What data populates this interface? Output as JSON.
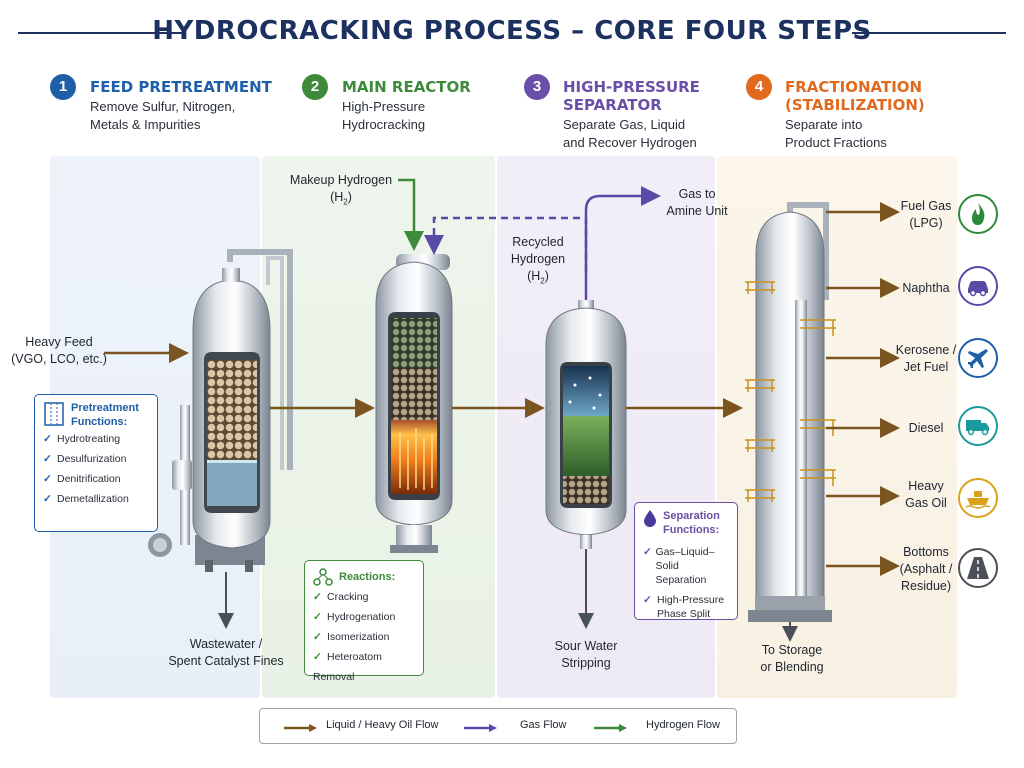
{
  "title": "HYDROCRACKING PROCESS – CORE FOUR STEPS",
  "colors": {
    "navy": "#1d3160",
    "step1": "#1f5ea8",
    "step2": "#3f8a3a",
    "step3": "#6a4fa6",
    "step4": "#e06a1e",
    "liquid_flow": "#7a5520",
    "gas_flow": "#5a4aa8",
    "hydrogen_flow": "#3f8a3a"
  },
  "steps": [
    {
      "number": "1",
      "title": "FEED PRETREATMENT",
      "desc": [
        "Remove Sulfur, Nitrogen,",
        "Metals & Impurities"
      ]
    },
    {
      "number": "2",
      "title": "MAIN REACTOR",
      "desc": [
        "High-Pressure",
        "Hydrocracking"
      ]
    },
    {
      "number": "3",
      "title": [
        "HIGH-PRESSURE",
        "SEPARATOR"
      ],
      "desc": [
        "Separate Gas, Liquid",
        "and Recover Hydrogen"
      ]
    },
    {
      "number": "4",
      "title": [
        "FRACTIONATION",
        "(STABILIZATION)"
      ],
      "desc": [
        "Separate into",
        "Product Fractions"
      ]
    }
  ],
  "labels": {
    "heavy_feed": [
      "Heavy Feed",
      "(VGO, LCO, etc.)"
    ],
    "makeup_hydrogen": [
      "Makeup Hydrogen",
      "(H",
      "2",
      ")"
    ],
    "recycled_hydrogen": [
      "Recycled",
      "Hydrogen",
      "(H",
      "2",
      ")"
    ],
    "gas_to_amine": [
      "Gas to",
      "Amine Unit"
    ],
    "wastewater": [
      "Wastewater /",
      "Spent Catalyst Fines"
    ],
    "sour_water": [
      "Sour Water",
      "Stripping"
    ],
    "to_storage": [
      "To Storage",
      "or Blending"
    ]
  },
  "pretreatment_box": {
    "title": [
      "Pretreatment",
      "Functions:"
    ],
    "items": [
      "Hydrotreating",
      "Desulfurization",
      "Denitrification",
      "Demetallization"
    ]
  },
  "reactions_box": {
    "title": "Reactions:",
    "items": [
      "Cracking",
      "Hydrogenation",
      "Isomerization",
      "Heteroatom Removal"
    ]
  },
  "separation_box": {
    "title": [
      "Separation",
      "Functions:"
    ],
    "items": [
      [
        "Gas–Liquid–Solid",
        "Separation"
      ],
      [
        "High-Pressure",
        "Phase Split"
      ]
    ]
  },
  "products": [
    {
      "label": [
        "Fuel Gas",
        "(LPG)"
      ],
      "icon": "flame-icon",
      "color": "#2e8a3a"
    },
    {
      "label": [
        "Naphtha"
      ],
      "icon": "car-icon",
      "color": "#5a4aa8"
    },
    {
      "label": [
        "Kerosene /",
        "Jet Fuel"
      ],
      "icon": "airplane-icon",
      "color": "#1f5ea8"
    },
    {
      "label": [
        "Diesel"
      ],
      "icon": "truck-icon",
      "color": "#1a9a9a"
    },
    {
      "label": [
        "Heavy",
        "Gas Oil"
      ],
      "icon": "ship-icon",
      "color": "#d9a21a"
    },
    {
      "label": [
        "Bottoms",
        "(Asphalt /",
        "Residue)"
      ],
      "icon": "road-icon",
      "color": "#4a4f58"
    }
  ],
  "legend": [
    {
      "label": "Liquid / Heavy Oil Flow"
    },
    {
      "label": "Gas Flow"
    },
    {
      "label": "Hydrogen Flow"
    }
  ]
}
